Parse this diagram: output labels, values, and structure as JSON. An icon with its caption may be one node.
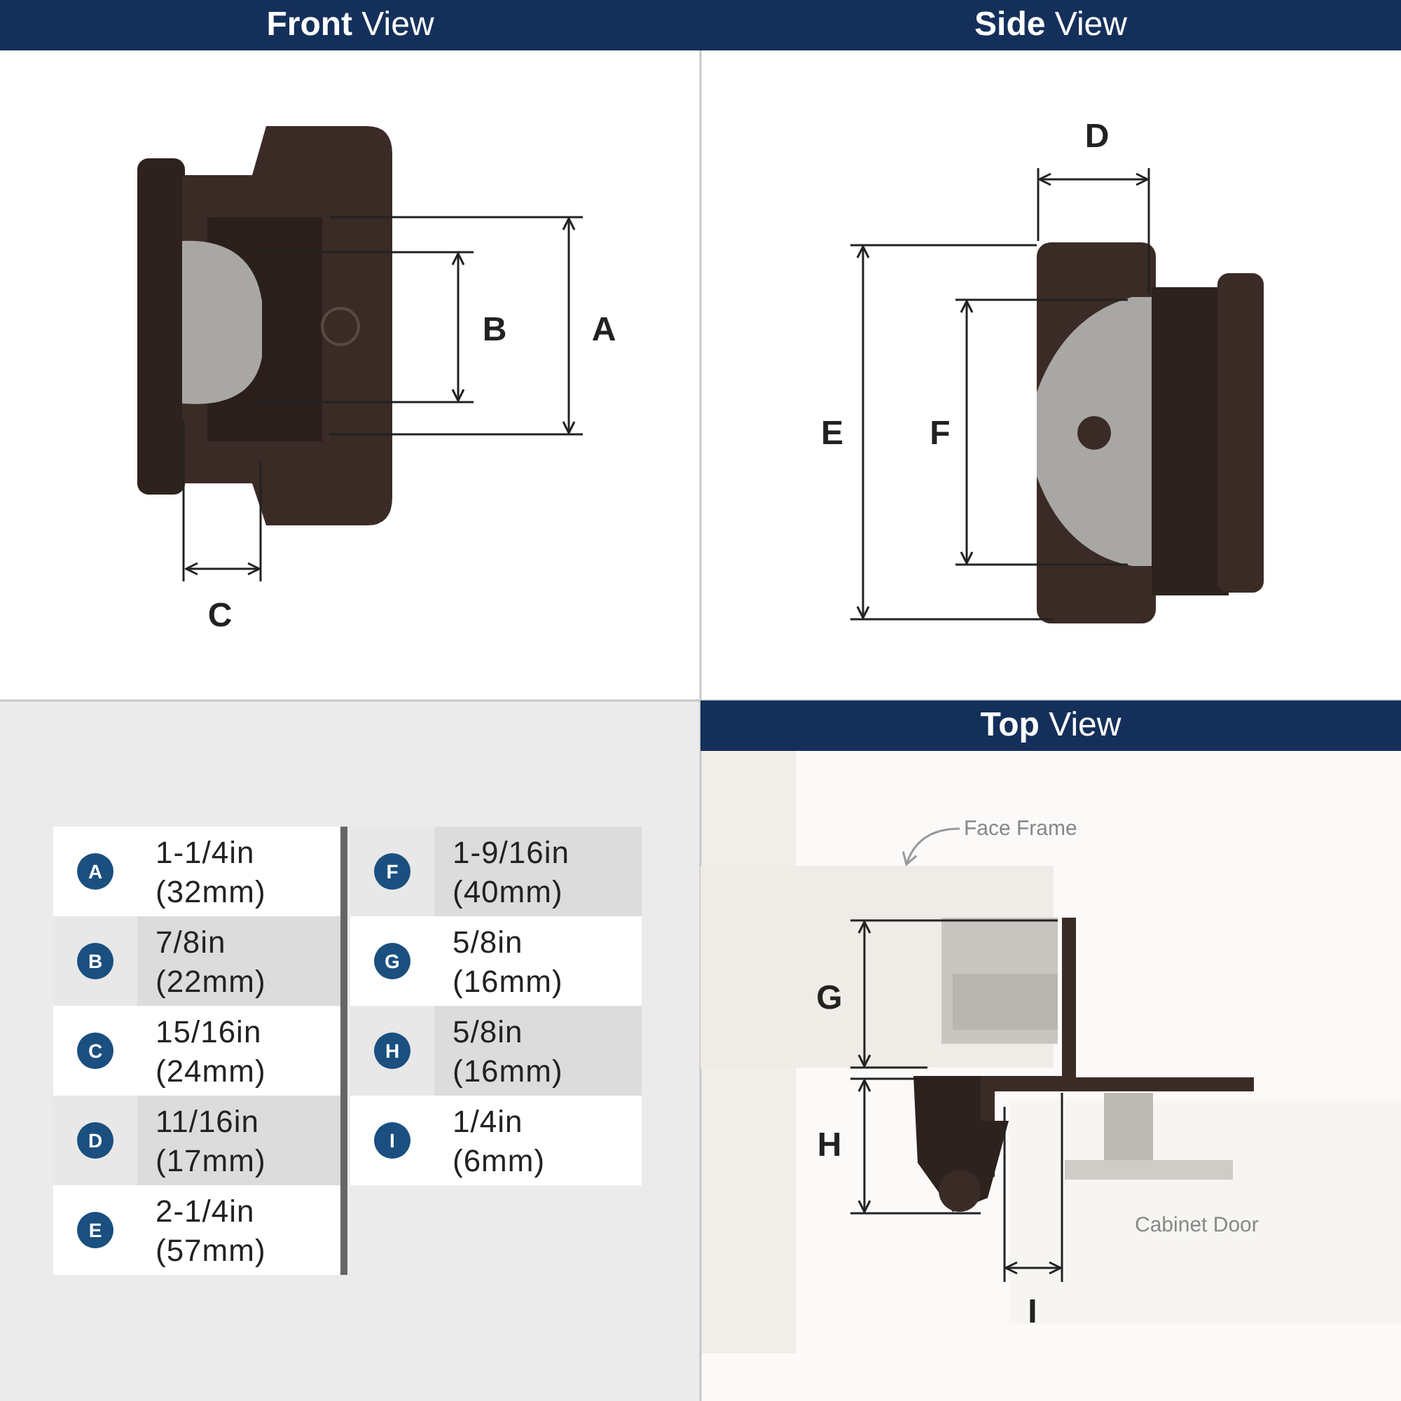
{
  "diagram": {
    "nodes": [
      {
        "text": [
          "Face Frame"
        ]
      },
      {
        "text": [],
        "shape": "box"
      }
    ],
    "edges": [
      {
        "from": 0,
        "to": 1,
        "arrow": "to"
      }
    ],
    "labels": [
      "**Front** View",
      "**Side** View",
      "B",
      "A",
      "C",
      "D",
      "E",
      "F",
      "A",
      "1-1/4in (32mm)",
      "F",
      "1-9/16in (40mm)",
      "B",
      "7/8in (22mm)",
      "G",
      "5/8in (16mm)",
      "C",
      "15/16in (24mm)",
      "H",
      "5/8in (16mm)",
      "D",
      "11/16in (17mm)",
      "I",
      "1/4in (6mm)",
      "E",
      "2-1/4in (57mm)",
      "**Top** View",
      "G",
      "H",
      "I",
      "Cabinet Door"
    ]
  }
}
